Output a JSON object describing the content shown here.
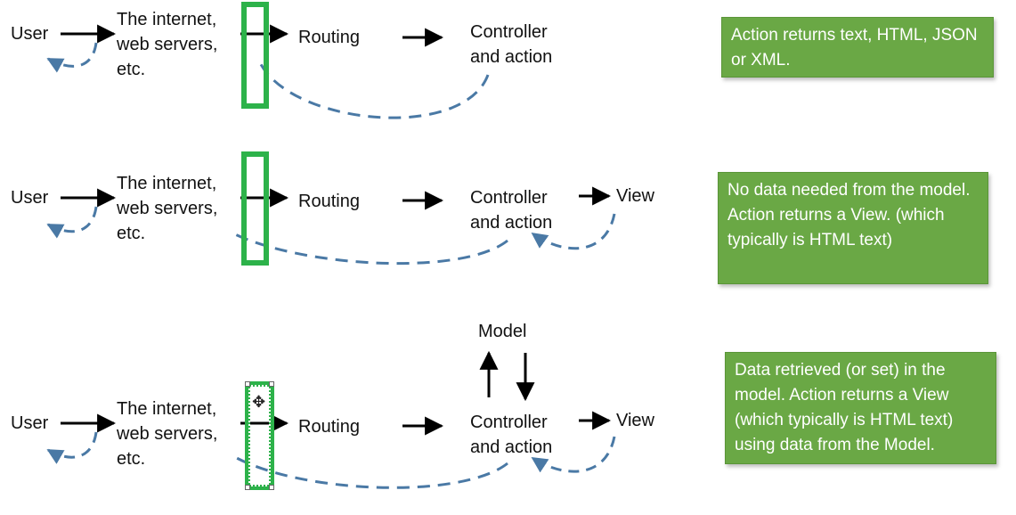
{
  "rows": [
    {
      "user": "User",
      "internet": "The internet,\nweb servers,\netc.",
      "routing": "Routing",
      "controller": "Controller\nand action",
      "note": "Action returns text, HTML, JSON or XML."
    },
    {
      "user": "User",
      "internet": "The internet,\nweb servers,\netc.",
      "routing": "Routing",
      "controller": "Controller\nand action",
      "view": "View",
      "note": "No data needed from the model. Action returns a View. (which typically is HTML text)"
    },
    {
      "user": "User",
      "internet": "The internet,\nweb servers,\netc.",
      "routing": "Routing",
      "controller": "Controller\nand action",
      "view": "View",
      "model": "Model",
      "note": "Data retrieved (or set) in the model. Action returns a View (which typically is HTML text) using data from the Model."
    }
  ],
  "colors": {
    "arrow": "#000000",
    "dashed_return": "#4a79a5",
    "marker_border": "#2db24a",
    "note_bg": "#6aa845",
    "note_text": "#ffffff"
  }
}
